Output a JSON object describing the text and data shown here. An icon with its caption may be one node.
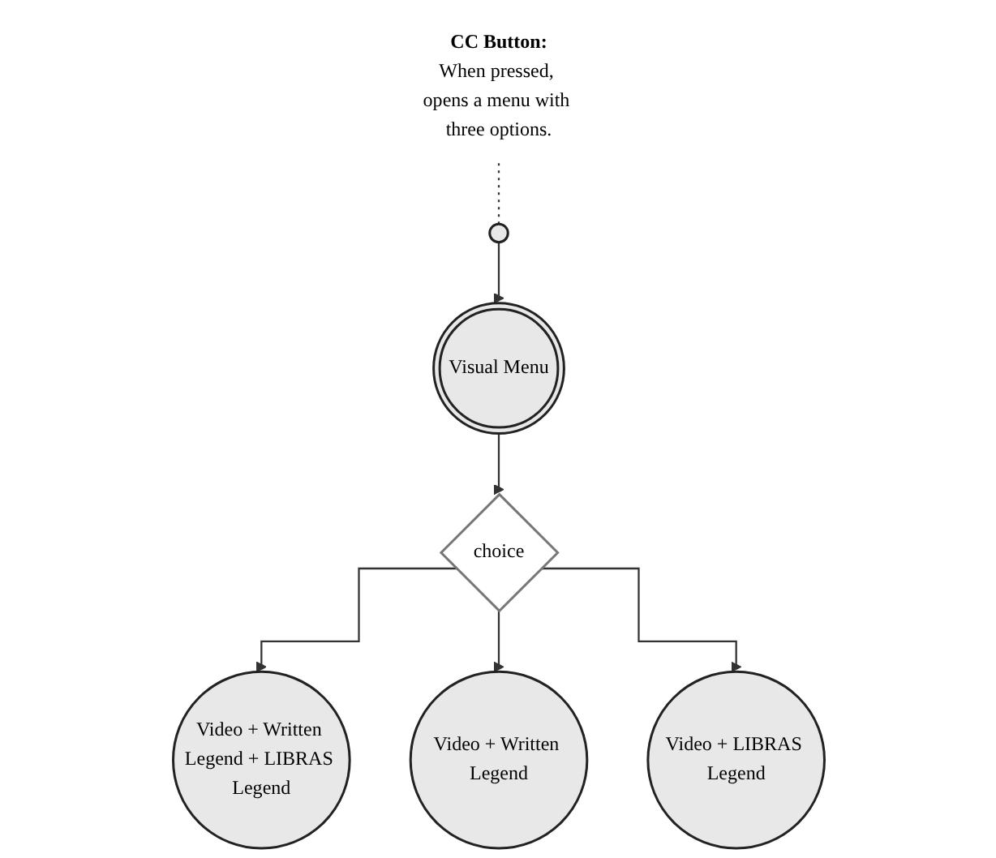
{
  "diagram": {
    "nodes": [
      {
        "text": [],
        "shape": "circle"
      },
      {
        "text": [
          "CC Button:",
          "When pressed, opens a menu with three options."
        ]
      },
      {
        "text": [
          "Visual Menu"
        ]
      },
      {
        "text": [
          "choice"
        ]
      },
      {
        "text": [
          "Video + Written Legend + LIBRAS Legend"
        ]
      },
      {
        "text": [
          "Video + Written Legend"
        ]
      },
      {
        "text": [
          "Video + LIBRAS Legend"
        ]
      }
    ],
    "edges": [
      {
        "from": 1,
        "to": 0,
        "arrow": "none",
        "style": "dashed"
      },
      {
        "from": 0,
        "to": 2,
        "arrow": "to"
      },
      {
        "from": 2,
        "to": 3,
        "arrow": "to"
      },
      {
        "from": 3,
        "to": 4,
        "arrow": "to"
      },
      {
        "from": 3,
        "to": 5,
        "arrow": "to"
      },
      {
        "from": 3,
        "to": 6,
        "arrow": "to"
      }
    ]
  }
}
